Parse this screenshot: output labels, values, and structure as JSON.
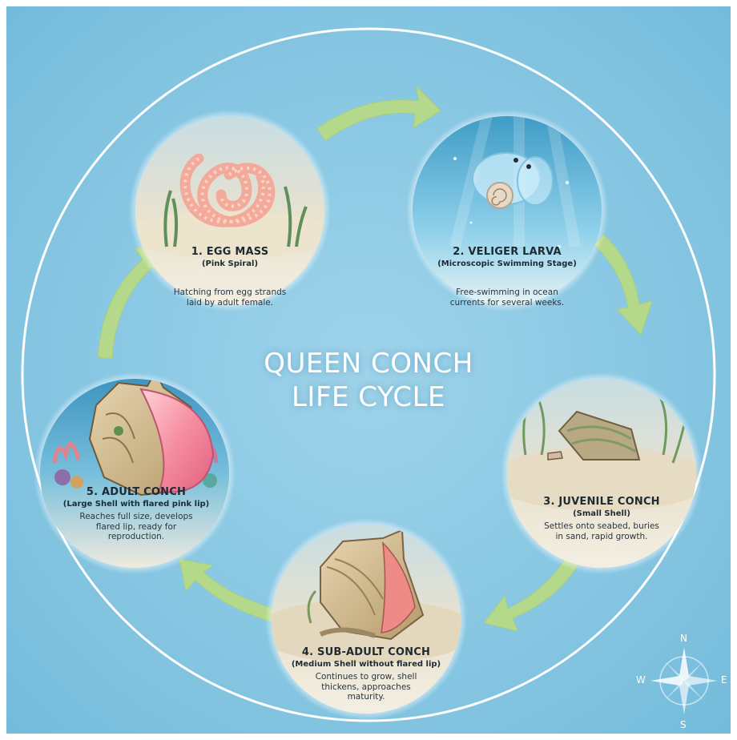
{
  "title": {
    "line1": "QUEEN CONCH",
    "line2": "LIFE CYCLE"
  },
  "stages": [
    {
      "title": "1. EGG MASS",
      "subtitle": "(Pink Spiral)",
      "desc_line1": "Hatching from egg strands",
      "desc_line2": "laid by adult female.",
      "desc_line3": ""
    },
    {
      "title": "2. VELIGER LARVA",
      "subtitle": "(Microscopic Swimming Stage)",
      "desc_line1": "Free-swimming in ocean",
      "desc_line2": "currents for several weeks.",
      "desc_line3": ""
    },
    {
      "title": "3. JUVENILE CONCH",
      "subtitle": "(Small Shell)",
      "desc_line1": "Settles onto seabed, buries",
      "desc_line2": "in sand, rapid growth.",
      "desc_line3": ""
    },
    {
      "title": "4. SUB-ADULT CONCH",
      "subtitle": "(Medium Shell without flared lip)",
      "desc_line1": "Continues to grow, shell",
      "desc_line2": "thickens, approaches",
      "desc_line3": "maturity."
    },
    {
      "title": "5. ADULT CONCH",
      "subtitle": "(Large Shell with flared pink lip)",
      "desc_line1": "Reaches full size, develops",
      "desc_line2": "flared lip, ready for",
      "desc_line3": "reproduction."
    }
  ],
  "compass": {
    "n": "N",
    "s": "S",
    "e": "E",
    "w": "W"
  },
  "colors": {
    "background": "#86c6e2",
    "arrow": "#b5d98a",
    "ring": "#ffffff",
    "shell_pink": "#f28ba0",
    "water": "#4a9ec4"
  }
}
